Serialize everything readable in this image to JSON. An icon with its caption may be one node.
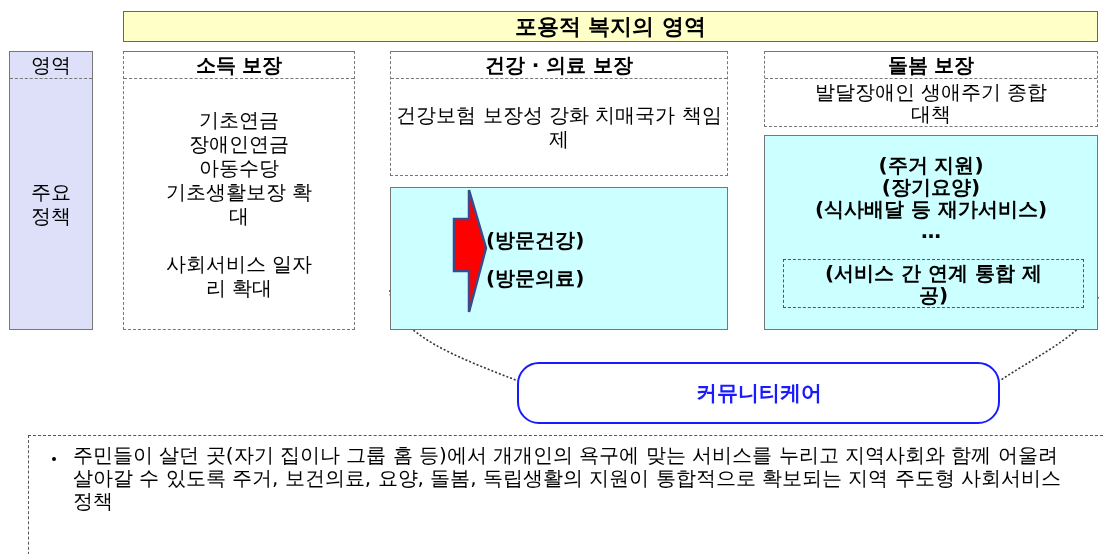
{
  "diagram": {
    "nodes": [
      {
        "text": [
          "포용적 복지의 영역"
        ]
      },
      {
        "text": [
          "영역",
          "주요 정책"
        ]
      },
      {
        "text": [
          "소득 보장",
          "기초연금",
          "장애인연금",
          "아동수당",
          "기초생활보장 확대",
          "사회서비스 일자리 확대"
        ]
      },
      {
        "text": [
          "건강 · 의료 보장",
          "건강보험 보장성 강화 치매국가 책임제"
        ]
      },
      {
        "text": [
          "(방문건강)",
          "(방문의료)"
        ]
      },
      {
        "text": [
          "돌봄 보장",
          "발달장애인 생애주기 종합대책"
        ]
      },
      {
        "text": [
          "(주거 지원)",
          "(장기요양)",
          "(식사배달 등 재가서비스)",
          "…"
        ]
      },
      {
        "text": [
          "(서비스 간 연계 통합 제공)"
        ],
        "in": 6
      },
      {
        "text": [
          "커뮤니티케어"
        ]
      },
      {
        "text": [
          "주민들이 살던 곳(자기 집이나 그룹 홈 등)에서 개개인의 욕구에 맞는 서비스를 누리고 지역사회와 함께 어울려 살아갈 수 있도록 주거, 보건의료, 요양, 돌봄, 독립생활의 지원이 통합적으로 확보되는 지역 주도형 사회서비스정책"
        ]
      }
    ],
    "edges": [
      {
        "from": 4,
        "to": 8,
        "arrow": "none",
        "style": "dashed"
      },
      {
        "from": 6,
        "to": 8,
        "arrow": "none",
        "style": "dashed"
      }
    ]
  }
}
